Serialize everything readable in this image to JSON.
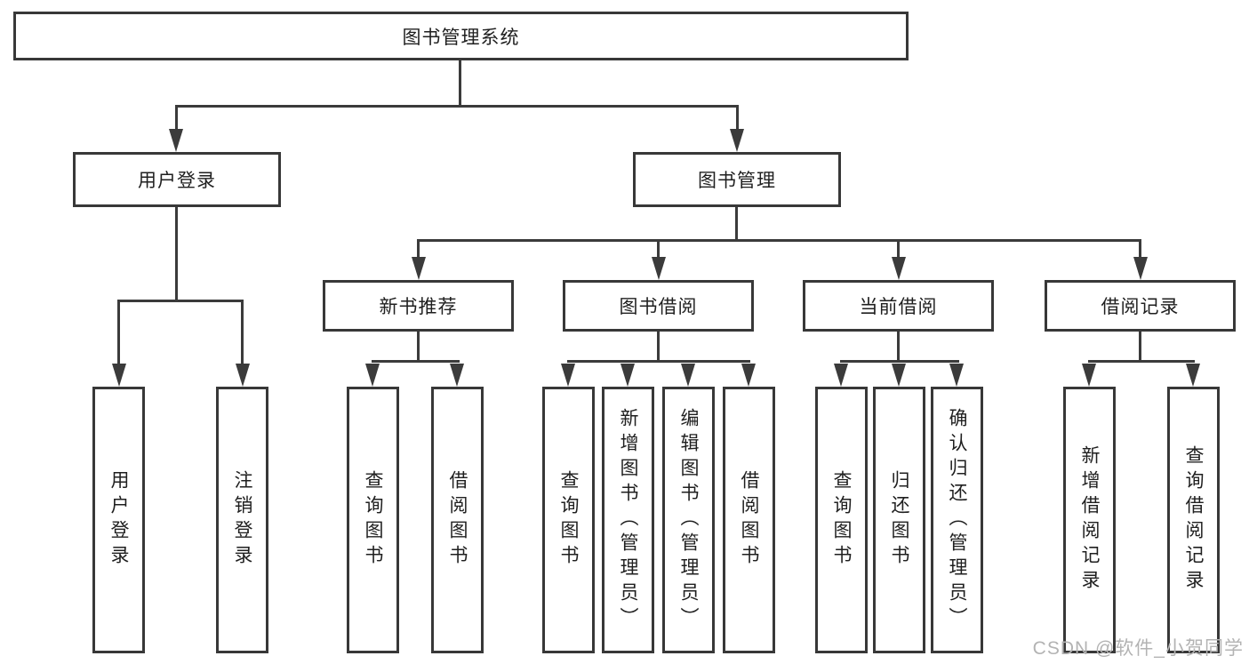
{
  "diagram": {
    "title": "图书管理系统",
    "root": {
      "label": "图书管理系统"
    },
    "level2": [
      {
        "label": "用户登录"
      },
      {
        "label": "图书管理"
      }
    ],
    "level3": [
      {
        "label": "新书推荐"
      },
      {
        "label": "图书借阅"
      },
      {
        "label": "当前借阅"
      },
      {
        "label": "借阅记录"
      }
    ],
    "leaves": {
      "user": [
        "用户登录",
        "注销登录"
      ],
      "recommend": [
        "查询图书",
        "借阅图书"
      ],
      "borrow": [
        "查询图书",
        "新增图书（管理员）",
        "编辑图书（管理员）",
        "借阅图书"
      ],
      "current": [
        "查询图书",
        "归还图书",
        "确认归还（管理员）"
      ],
      "records": [
        "新增借阅记录",
        "查询借阅记录"
      ]
    }
  },
  "watermark": "CSDN @软件_小贺同学",
  "colors": {
    "line": "#3b3b3b",
    "box_border": "#383838",
    "text": "#1f1f1f",
    "watermark": "#b3b3b3",
    "background": "#ffffff"
  }
}
